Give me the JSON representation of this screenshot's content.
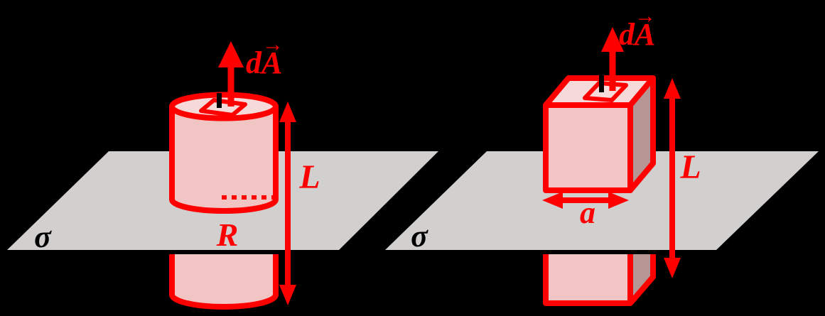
{
  "figure": {
    "description": "Gaussian pillbox surfaces through a uniformly charged infinite plane",
    "background": "#000000",
    "colors": {
      "outline_red": "#FF0000",
      "face_pink": "#F2C5C5",
      "face_light_pink": "#F6DADA",
      "face_mauve": "#B59694",
      "plane_gray": "#D2CFCF",
      "sigma_black": "#000000"
    },
    "left_panel": {
      "shape": "cylinder",
      "surface_charge_label": "σ",
      "area_element_label": "dA",
      "area_element_vector_mark": "→",
      "length_label": "L",
      "radius_label": "R"
    },
    "right_panel": {
      "shape": "box",
      "surface_charge_label": "σ",
      "area_element_label": "dA",
      "area_element_vector_mark": "→",
      "length_label": "L",
      "side_label": "a"
    }
  }
}
